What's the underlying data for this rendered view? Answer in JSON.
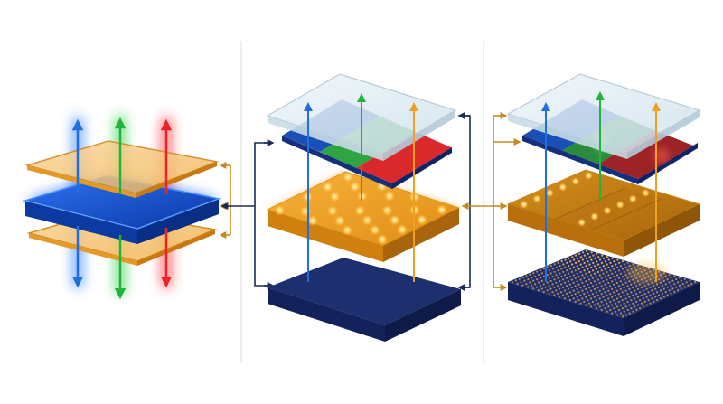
{
  "diagram": {
    "panels": [
      {
        "id": "left",
        "layers": [
          "top-film",
          "blue-emitter",
          "bottom-film"
        ],
        "arrows": [
          "blue",
          "green",
          "red"
        ]
      },
      {
        "id": "middle",
        "layers": [
          "glass-cover",
          "color-filter",
          "orange-dot-layer",
          "navy-backplane"
        ],
        "arrows": [
          "blue",
          "green",
          "orange"
        ]
      },
      {
        "id": "right",
        "layers": [
          "glass-cover",
          "color-filter",
          "orange-zoned-layer",
          "navy-mini-led-backplane"
        ],
        "arrows": [
          "blue",
          "green",
          "orange"
        ]
      }
    ],
    "colors": {
      "background": "#ffffff",
      "divider": "#d9d9d9",
      "navy": "#1d2f6e",
      "navy_dark": "#101c4a",
      "blue_emitter": "#0b3fc0",
      "blue_emitter_light": "#2a6cf2",
      "orange": "#f2a21f",
      "orange_dark": "#c7780e",
      "orange_film": "#f7c77e",
      "glass": "#dbe9f2",
      "glass_edge": "#b8cbd8",
      "filter_blue": "#1b4fb8",
      "filter_green": "#2ea443",
      "filter_red": "#d9292b",
      "arrow_blue": "#1f6fe0",
      "arrow_green": "#22b33a",
      "arrow_red": "#e8242b",
      "arrow_orange": "#f0a020",
      "connector": "#c58a22",
      "connector_dark": "#1b2a58"
    },
    "icons": [
      "arrow-up-icon",
      "arrow-down-icon",
      "bracket-connector-icon"
    ]
  }
}
